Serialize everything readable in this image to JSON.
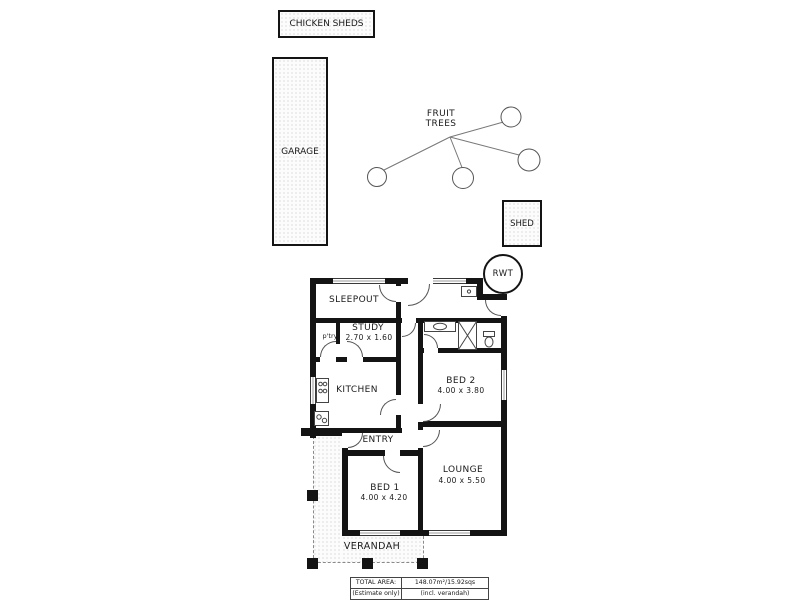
{
  "outdoor": {
    "chicken_sheds_label": "CHICKEN SHEDS",
    "garage_label": "GARAGE",
    "fruit_trees_label_1": "FRUIT",
    "fruit_trees_label_2": "TREES",
    "shed_label": "SHED",
    "rwt_label": "RWT"
  },
  "rooms": {
    "sleepout": {
      "name": "SLEEPOUT"
    },
    "pantry": {
      "name": "p'try"
    },
    "study": {
      "name": "STUDY",
      "dims": "2.70 x 1.60"
    },
    "kitchen": {
      "name": "KITCHEN"
    },
    "bed2": {
      "name": "BED 2",
      "dims": "4.00 x 3.80"
    },
    "entry": {
      "name": "ENTRY"
    },
    "bed1": {
      "name": "BED 1",
      "dims": "4.00 x 4.20"
    },
    "lounge": {
      "name": "LOUNGE",
      "dims": "4.00 x 5.50"
    },
    "verandah": {
      "name": "VERANDAH"
    }
  },
  "area_table": {
    "row1": {
      "label": "TOTAL AREA:",
      "value": "148.07m²/15.92sqs"
    },
    "row2": {
      "label": "(Estimate only)",
      "value": "(incl. verandah)"
    }
  },
  "colors": {
    "wall": "#141414",
    "line": "#555555",
    "background": "#ffffff",
    "hatch_dot": "#c9c9c9"
  }
}
